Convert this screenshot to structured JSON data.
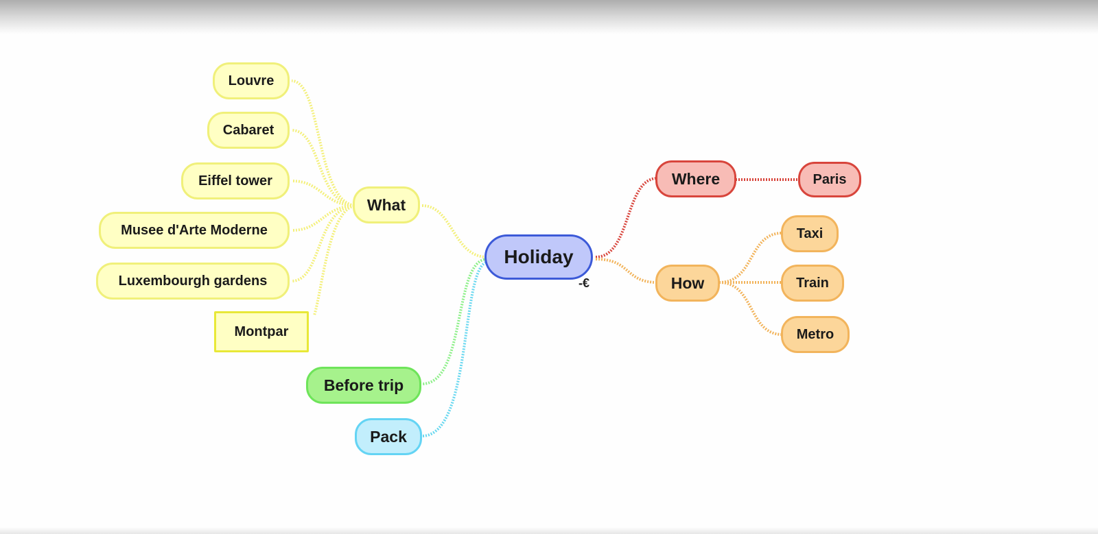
{
  "mindmap": {
    "central": {
      "label": "Holiday",
      "marker": "-€"
    },
    "branches": {
      "what": {
        "label": "What",
        "children": [
          "Louvre",
          "Cabaret",
          "Eiffel tower",
          "Musee d'Arte Moderne",
          "Luxembourgh gardens",
          "Montpar"
        ]
      },
      "where": {
        "label": "Where",
        "children": [
          "Paris"
        ]
      },
      "how": {
        "label": "How",
        "children": [
          "Taxi",
          "Train",
          "Metro"
        ]
      },
      "before_trip": {
        "label": "Before trip"
      },
      "pack": {
        "label": "Pack"
      }
    },
    "colors": {
      "central": "#c0c8fa",
      "what": "#ffffc4",
      "where": "#f8bcb6",
      "how": "#fcd69a",
      "before_trip": "#a6f28c",
      "pack": "#c2eefc"
    }
  }
}
